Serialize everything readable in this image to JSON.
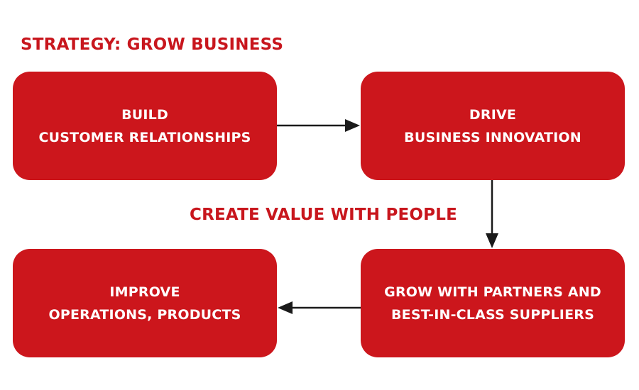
{
  "title": "STRATEGY: GROW BUSINESS",
  "center_label": "CREATE VALUE WITH PEOPLE",
  "boxes": [
    {
      "line1": "BUILD",
      "line2": "CUSTOMER RELATIONSHIPS"
    },
    {
      "line1": "DRIVE",
      "line2": "BUSINESS INNOVATION"
    },
    {
      "line1": "GROW WITH PARTNERS AND",
      "line2": "BEST-IN-CLASS SUPPLIERS"
    },
    {
      "line1": "IMPROVE",
      "line2": "OPERATIONS, PRODUCTS"
    }
  ],
  "colors": {
    "accent": "#c8161d",
    "box_fill": "#cc161c",
    "box_text": "#ffffff",
    "arrow": "#1a1a1a"
  }
}
